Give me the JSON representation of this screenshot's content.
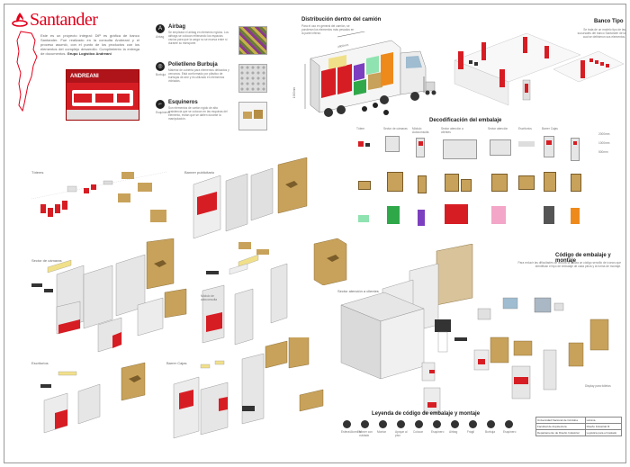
{
  "brand": {
    "name": "Santander",
    "color": "#e3001b",
    "intro_text": "Este es un proyecto integral: DiP es gráfica de banco Santander. Fue realizado en la consulta Andreani y el proceso asumió, con el punto de los productos con los elementos del complejo desarrollo. Cumplimiento la entrega de documentos.",
    "intro_bold": "Grupo Logístico Andreani",
    "photo_label": "ANDREANI"
  },
  "materials": [
    {
      "title": "Airbag",
      "icon": "airbag-icon",
      "symbol": "A",
      "text": "Se empleará el airbag en elemento rígidos. Los airbags se colocan rellenando los espacios vacíos para que la carga no se mueva entre sí durante su transporte.",
      "sublabel": "Airbag"
    },
    {
      "title": "Polietileno Burbuja",
      "icon": "bubble-icon",
      "symbol": "◎",
      "text": "Material de cubierta para elementos delicados y cercanos. Está conformado por plástico de burbujas de aire y es utilizado en elementos vidriados.",
      "sublabel": "Burbuja"
    },
    {
      "title": "Esquineros",
      "icon": "corner-icon",
      "symbol": "⌐",
      "text": "Son elementos de cartón rígido de alta resistencia que se colocan en las esquinas del elemento, evitan que se dañen durante la manipulación.",
      "sublabel": "Esquineros"
    }
  ],
  "truck": {
    "title": "Distribución dentro del camión",
    "description": "Para el uso en general del camión, se ponderan los elementos más pesados en la parte inferior.",
    "dimension_length": "2900mm",
    "dimension_height": "1900mm"
  },
  "bank": {
    "title": "Banco Tipo",
    "description": "Se trata de un modelo tipo de las sucursales del banco Santander de la cual se definieron sus elementos."
  },
  "decodification": {
    "title": "Decodificación del embalaje",
    "columns": [
      "Tótem",
      "Sector de cámaras",
      "Módulo Autoconsulta",
      "Sector atención a clientes",
      "Sector atención",
      "Escritorios",
      "Barrer Cajas"
    ],
    "scale_labels": [
      "2000mm",
      "1000mm",
      "500mm"
    ]
  },
  "sections": {
    "totem": "Tótems",
    "banner": "Banner publicitario",
    "cameras": "Sector de cámaras",
    "attention": "Sector atención a clientes",
    "desks": "Escritorios",
    "counter": "Barrer Cajas",
    "display": "Display para folletos",
    "selfservice": "Módulo de autoconsulta"
  },
  "packaging_code": {
    "title": "Código de embalaje y montaje",
    "text": "Para reducir las dificultades de lectura se utiliza un código sencillo de íconos que identifican el tipo de embalaje de cada pieza y la forma de montaje."
  },
  "legend": {
    "title": "Leyenda de código de embalaje y montaje",
    "items": [
      "Esfera/Atornillar",
      "Mover con cuidado",
      "Montar",
      "Apoyar al piso",
      "Colocar",
      "Esquinero",
      "Airbag",
      "Frágil",
      "Burbuja",
      "Esquinero"
    ]
  },
  "titleblock": {
    "university": "Universidad Nacional de Córdoba",
    "school": "Facultad de Arquitectura",
    "department": "Departamento de Diseño Industrial",
    "subject": "Diseño Industrial III",
    "project": "Logística para el traslado",
    "sheet": "Lámina"
  },
  "colors": {
    "red": "#d71d24",
    "cardboard": "#c8a25a",
    "green": "#2fa84a",
    "purple": "#7b3fbf",
    "mint": "#8fe3b0",
    "pink": "#f3a6c8",
    "orange": "#ee8a1c",
    "dark": "#555555",
    "cream": "#f1e08a"
  }
}
